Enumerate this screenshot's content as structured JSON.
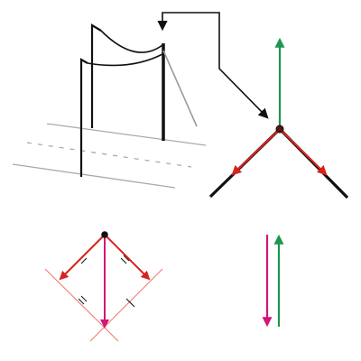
{
  "diagram": {
    "description_free": true,
    "colors": {
      "structure": "#111111",
      "ground_lines": "#aaaaaa",
      "force_red": "#d8231c",
      "force_dark_red": "#8a1b14",
      "force_green": "#1d9650",
      "force_magenta": "#d0177a",
      "guide_lines": "#ef7a72",
      "background": "#ffffff"
    },
    "panels": [
      {
        "id": "pole-scene",
        "icon": "utility-pole-with-cable"
      },
      {
        "id": "joint-detail",
        "icon": "force-joint"
      },
      {
        "id": "force-rhombus",
        "icon": "vector-parallelogram"
      },
      {
        "id": "force-comparison",
        "icon": "opposing-vectors"
      }
    ]
  }
}
